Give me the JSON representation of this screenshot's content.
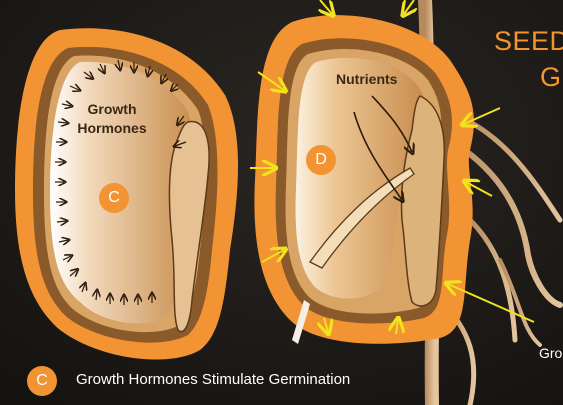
{
  "title_line1": "SEED",
  "title_line2": "G",
  "seed_c": {
    "label_line1": "Growth",
    "label_line2": "Hormones",
    "badge": "C"
  },
  "seed_d": {
    "label": "Nutrients",
    "badge": "D"
  },
  "caption": {
    "badge": "C",
    "text": "Growth Hormones Stimulate Germination"
  },
  "cut_label": "Gro",
  "colors": {
    "accent": "#f29433",
    "background": "#1e1b18",
    "arrow": "#f2e31b",
    "seed_coat": "#8a5a2a",
    "endosperm": "#d9a566"
  }
}
